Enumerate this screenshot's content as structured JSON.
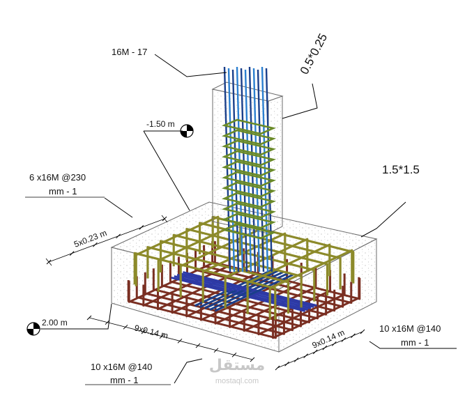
{
  "annotations": {
    "column_bars": "16M - 17",
    "column_size": "0.5*0.25",
    "footing_level": "-1.50 m",
    "footing_size": "1.5*1.5",
    "top_mesh": {
      "line1": "6 x16M  @230",
      "line2": "mm - 1"
    },
    "spacing_top": "5x0.23 m",
    "bottom_level": "2.00 m",
    "spacing_front_left": "9x0.14 m",
    "spacing_front_right": "9x0.14 m",
    "bottom_mesh_left": {
      "line1": "10 x16M  @140",
      "line2": "mm - 1"
    },
    "bottom_mesh_right": {
      "line1": "10 x16M  @140",
      "line2": "mm - 1"
    }
  },
  "watermark": {
    "arabic": "مستقل",
    "latin": "mostaql.com"
  },
  "colors": {
    "concrete_edge": "#6b6b6b",
    "column_bars": "#2b7fd0",
    "column_bars_dark": "#1a3f8a",
    "ties": "#6a8a28",
    "top_mesh": "#8c8a2a",
    "bottom_mesh": "#7a2f22",
    "bottom_mesh_long": "#2c3aa8"
  },
  "icons": [
    "level-marker-icon",
    "level-marker-icon",
    "leader-line",
    "dimension-line"
  ]
}
